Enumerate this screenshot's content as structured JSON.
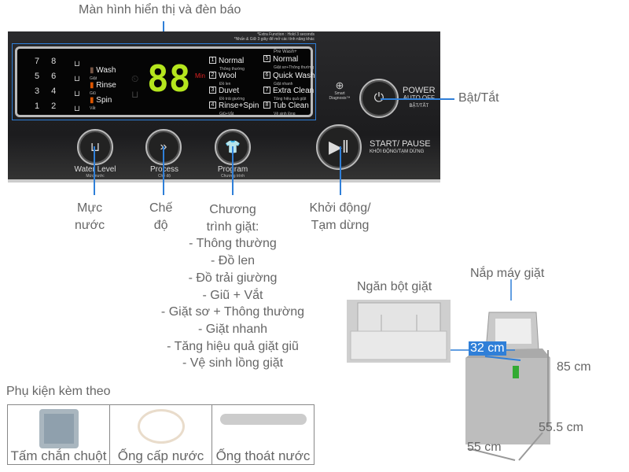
{
  "title_label": "Màn hình hiển thị và đèn báo",
  "panel": {
    "extra_note_en": "*Extra Function : Hold 3 seconds",
    "extra_note_vi": "*Nhấn & Giữ 3 giây để mở các tính năng khác",
    "water_levels": [
      "7 8",
      "5 6",
      "3 4",
      "1 2"
    ],
    "indicators": [
      {
        "en": "Wash",
        "vi": "Giặt"
      },
      {
        "en": "Rinse",
        "vi": "Giũ"
      },
      {
        "en": "Spin",
        "vi": "Vắt"
      }
    ],
    "display_digits": "88",
    "min_label": "Min",
    "programs": [
      {
        "n": "1",
        "en": "Normal",
        "vi": "Thông thường"
      },
      {
        "n": "2",
        "en": "Wool",
        "vi": "Đồ len"
      },
      {
        "n": "3",
        "en": "Duvet",
        "vi": "Đồ trải giường"
      },
      {
        "n": "4",
        "en": "Rinse+Spin",
        "vi": "Giũ+Vắt"
      },
      {
        "n": "5",
        "pre": "Pre Wash+",
        "en": "Normal",
        "vi": "Giặt sơ+Thông thường"
      },
      {
        "n": "6",
        "en": "Quick Wash",
        "vi": "Giặt nhanh"
      },
      {
        "n": "7",
        "en": "Extra Clean",
        "vi": "Tăng hiệu quả giặt"
      },
      {
        "n": "8",
        "en": "Tub Clean",
        "vi": "Vệ sinh lồng"
      }
    ],
    "smart_diagnosis": "Smart Diagnosis™",
    "power": {
      "en": "POWER",
      "sub": "AUTO OFF",
      "vi": "BẬT/TẮT"
    },
    "start": {
      "en": "START/ PAUSE",
      "vi": "KHỞI ĐỘNG/TẠM DỪNG"
    },
    "water_level_btn": {
      "en": "Water Level",
      "vi": "Mức nước"
    },
    "process_btn": {
      "en": "Process",
      "vi": "Chế độ"
    },
    "program_btn": {
      "en": "Program",
      "vi": "Chương trình"
    }
  },
  "callouts": {
    "power": "Bật/Tắt",
    "water_level": [
      "Mực",
      "nước"
    ],
    "process": [
      "Chế",
      "độ"
    ],
    "program_title": [
      "Chương",
      "trình giặt:"
    ],
    "program_list": [
      "- Thông thường",
      "- Đồ len",
      "- Đồ trải giường",
      "- Giũ + Vắt",
      "- Giặt sơ + Thông thường",
      "- Giặt nhanh",
      "- Tăng hiệu quả giặt giũ",
      "- Vệ sinh lồng giặt"
    ],
    "start": [
      "Khởi động/",
      "Tạm dừng"
    ]
  },
  "machine": {
    "drawer": "Ngăn bột giặt",
    "lid": "Nắp máy giặt",
    "opening": "32 cm",
    "height": "85 cm",
    "depth": "55.5 cm",
    "width": "55 cm",
    "accent": "#2f7fd8"
  },
  "accessories": {
    "title": "Phụ kiện kèm theo",
    "items": [
      "Tấm chắn chuột",
      "Ống cấp nước",
      "Ống thoát nước"
    ]
  }
}
